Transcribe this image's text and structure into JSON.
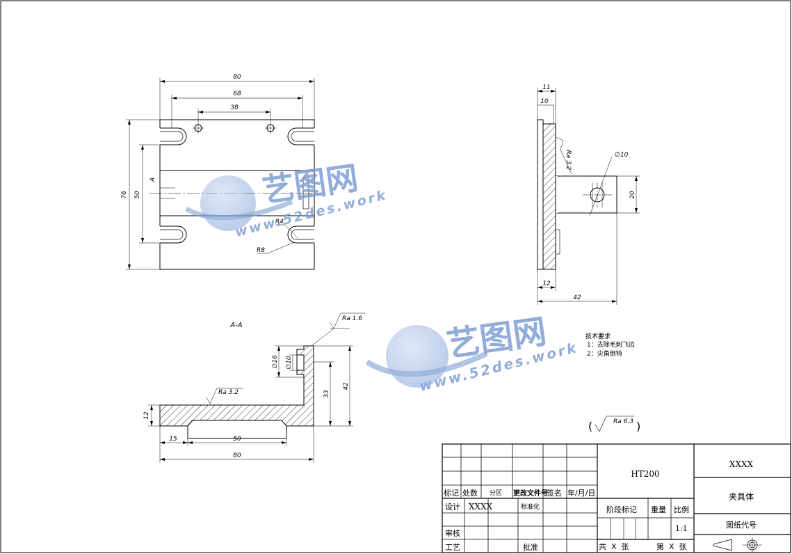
{
  "views": {
    "top": {
      "dims": {
        "d80": "80",
        "d68": "68",
        "d38": "38",
        "d76": "76",
        "d50": "50",
        "r4": "R4",
        "r8": "R8"
      },
      "cut_marker": "A"
    },
    "side": {
      "dims": {
        "d11": "11",
        "d10": "10",
        "ra32": "Ra 3.2",
        "phi10": "∅10",
        "d20": "20",
        "d12": "12",
        "d42": "42"
      }
    },
    "section": {
      "title": "A-A",
      "dims": {
        "ra16": "Ra 1.6",
        "ra32": "Ra 3.2",
        "phi16": "∅16",
        "phi10": "∅10",
        "d12": "12",
        "d33": "33",
        "d42": "42",
        "d15": "15",
        "d50": "50",
        "d80": "80"
      }
    }
  },
  "notes": {
    "title": "技术要求",
    "items": [
      "1：去除毛刺飞边",
      "2：尖角倒钝"
    ]
  },
  "roughness_general": {
    "symbol": "Ra 6.3",
    "open": "(",
    "close": ")"
  },
  "title_block": {
    "material": "HT200",
    "part_name": "夹具体",
    "code_top": "XXXX",
    "drawing_code_label": "图纸代号",
    "row_headers": [
      "标记",
      "处数",
      "分区",
      "更改文件号",
      "签名",
      "年/月/日"
    ],
    "design_label": "设计",
    "designer": "XXXX",
    "standard_label": "标准化",
    "review_label": "审核",
    "process_label": "工艺",
    "approve_label": "批准",
    "stage_label": "阶段标记",
    "weight_label": "重量",
    "scale_label": "比例",
    "scale": "1:1",
    "sheets_total": "共  X  张",
    "sheet_no": "第  X  张"
  },
  "watermark": {
    "brand": "艺图网",
    "url": "www.52des.work"
  },
  "colors": {
    "line": "#000000",
    "watermark": "#7f9fd3"
  }
}
